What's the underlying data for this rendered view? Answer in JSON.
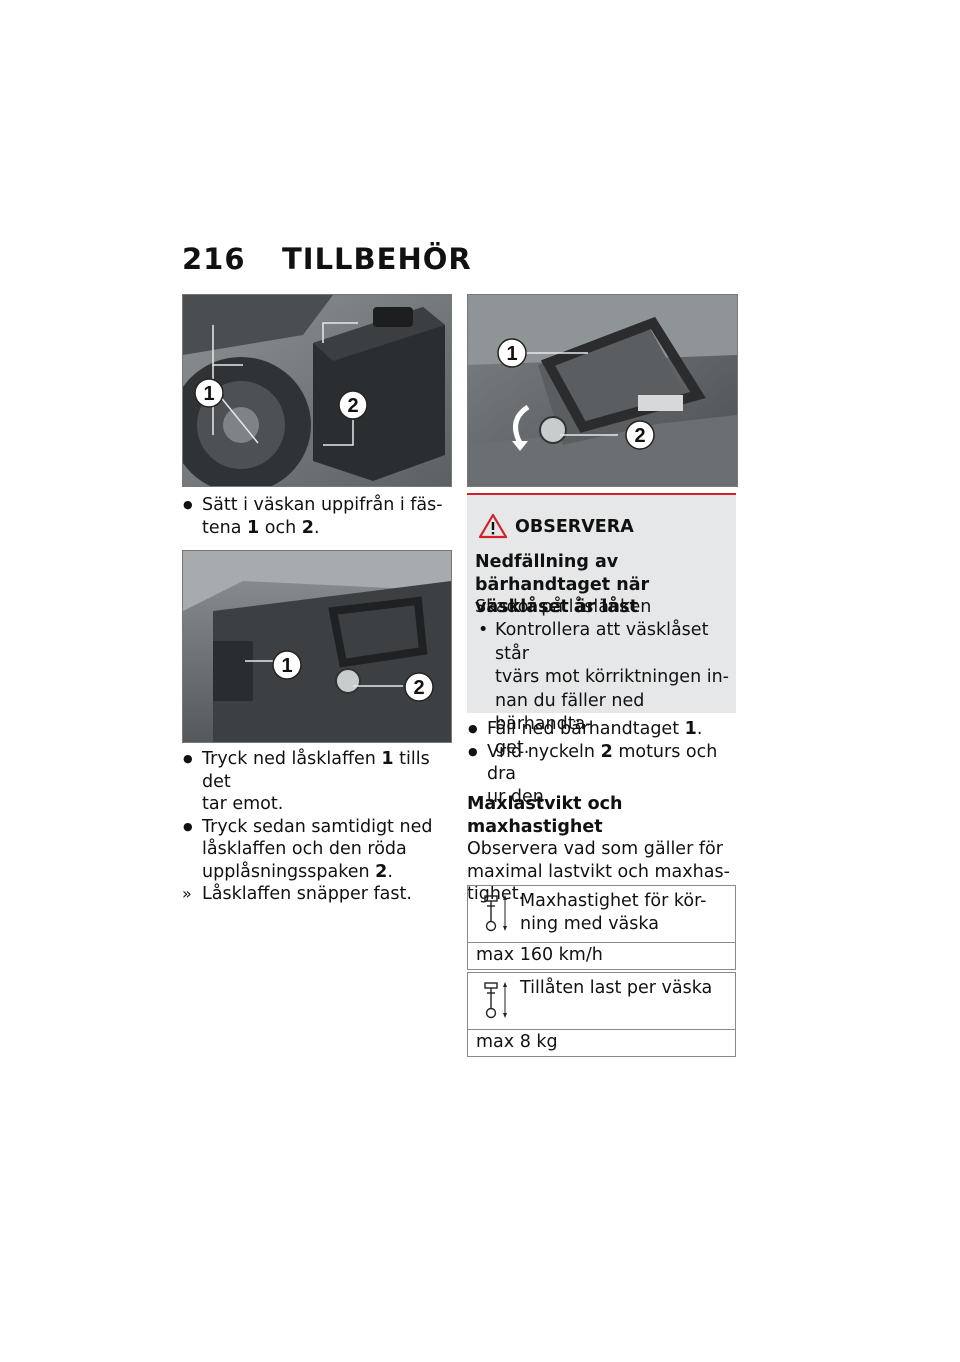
{
  "header": {
    "page_number": "216",
    "chapter_title": "TILLBEHÖR"
  },
  "figures": {
    "fig1": {
      "callout_1": "1",
      "callout_2": "2"
    },
    "fig2": {
      "callout_1": "1",
      "callout_2": "2"
    },
    "fig3": {
      "callout_1": "1",
      "callout_2": "2"
    }
  },
  "left_column": {
    "step_insert": {
      "lines": [
        "Sätt i väskan uppifrån i fäs-",
        "tena "
      ],
      "ref1": "1",
      "mid": " och ",
      "ref2": "2",
      "end": "."
    },
    "step_press": {
      "pre": "Tryck ned låsklaffen ",
      "ref": "1",
      "post": " tills det",
      "line2": "tar emot."
    },
    "step_press2": {
      "line1": "Tryck sedan samtidigt ned",
      "line2": "låsklaffen och den röda",
      "line3": "upplåsningsspaken ",
      "ref": "2",
      "end": "."
    },
    "result": "Låsklaffen snäpper fast."
  },
  "notice": {
    "label": "OBSERVERA",
    "title": "Nedfällning av bärhandtaget när väsklåset är låst",
    "cause": "Skador på låslänken",
    "action_lines": [
      "Kontrollera att väsklåset står",
      "tvärs mot körriktningen in-",
      "nan du fäller ned bärhandta-",
      "get."
    ]
  },
  "right_column": {
    "step_fold": {
      "pre": "Fäll ned bärhandtaget ",
      "ref": "1",
      "end": "."
    },
    "step_turn": {
      "pre": "Vrid nyckeln ",
      "ref": "2",
      "post": " moturs och dra",
      "line2": "ur den."
    },
    "section_heading": "Maxlastvikt och maxhastighet",
    "section_text": [
      "Observera vad som gäller för",
      "maximal lastvikt och maxhas-",
      "tighet."
    ]
  },
  "specs": [
    {
      "label_lines": [
        "Maxhastighet för kör-",
        "ning med väska"
      ],
      "value": "max 160 km/h",
      "icon": "tyre-pressure-gauge-icon"
    },
    {
      "label_lines": [
        "Tillåten last per väska"
      ],
      "value": "max 8 kg",
      "icon": "tyre-pressure-gauge-icon"
    }
  ]
}
